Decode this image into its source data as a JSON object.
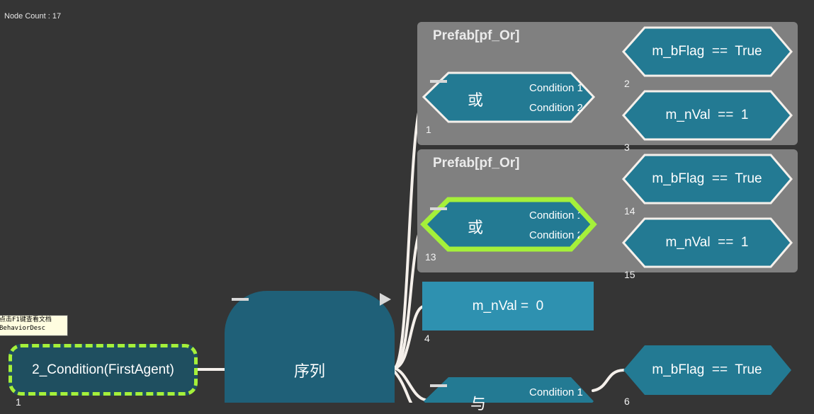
{
  "header": {
    "node_count": "Node Count : 17"
  },
  "prefabs": [
    {
      "title": "Prefab[pf_Or]"
    },
    {
      "title": "Prefab[pf_Or]"
    }
  ],
  "or_nodes": [
    {
      "label": "或",
      "cond1": "Condition 1",
      "cond2": "Condition 2",
      "id": "1"
    },
    {
      "label": "或",
      "cond1": "Condition 1",
      "cond2": "Condition 2",
      "id": "13"
    }
  ],
  "condition_nodes": [
    {
      "label": "m_bFlag  ==  True",
      "id": "2"
    },
    {
      "label": "m_nVal  ==  1",
      "id": "3"
    },
    {
      "label": "m_bFlag  ==  True",
      "id": "14"
    },
    {
      "label": "m_nVal  ==  1",
      "id": "15"
    },
    {
      "label": "m_bFlag  ==  True",
      "id": "6"
    }
  ],
  "action_node": {
    "label": "m_nVal =  0",
    "id": "4"
  },
  "and_node": {
    "label": "与",
    "cond1": "Condition 1"
  },
  "sequence_node": {
    "label": "序列"
  },
  "root_node": {
    "label": "2_Condition(FirstAgent)",
    "id": "1"
  },
  "tooltip": {
    "line1": "点击F1键查看文档",
    "line2": "BehaviorDesc"
  },
  "colors": {
    "background": "#353535",
    "prefab_bg": "#808080",
    "node_teal": "#237a93",
    "action_blue": "#2e91b0",
    "highlight": "#a5f03a",
    "sequence": "#1f6078"
  }
}
